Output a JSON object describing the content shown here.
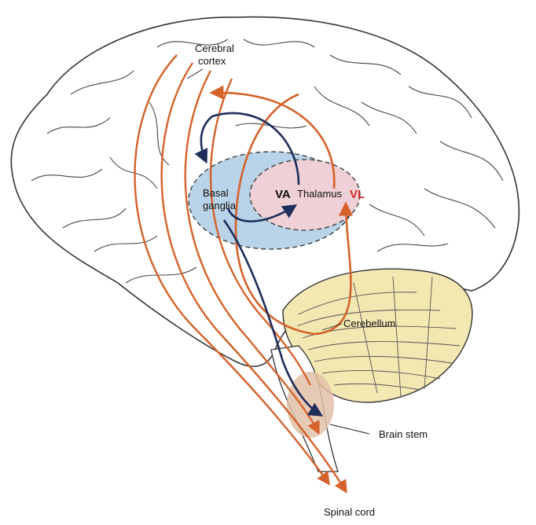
{
  "labels": {
    "cerebral_cortex_line1": "Cerebral",
    "cerebral_cortex_line2": "cortex",
    "basal_ganglia_line1": "Basal",
    "basal_ganglia_line2": "ganglia",
    "va": "VA",
    "thalamus": "Thalamus",
    "vl": "VL",
    "cerebellum": "Cerebellum",
    "brain_stem": "Brain stem",
    "spinal_cord": "Spinal cord"
  },
  "colors": {
    "basal_ganglia_fill": "#b9d3e8",
    "thalamus_fill": "#eed0d6",
    "cerebellum_fill": "#f3e7b2",
    "brainstem_fill": "#e3c1a8",
    "orange_pathway": "#d4622a",
    "navy_pathway": "#1f2d5a",
    "vl_color": "#cc2b2b"
  }
}
